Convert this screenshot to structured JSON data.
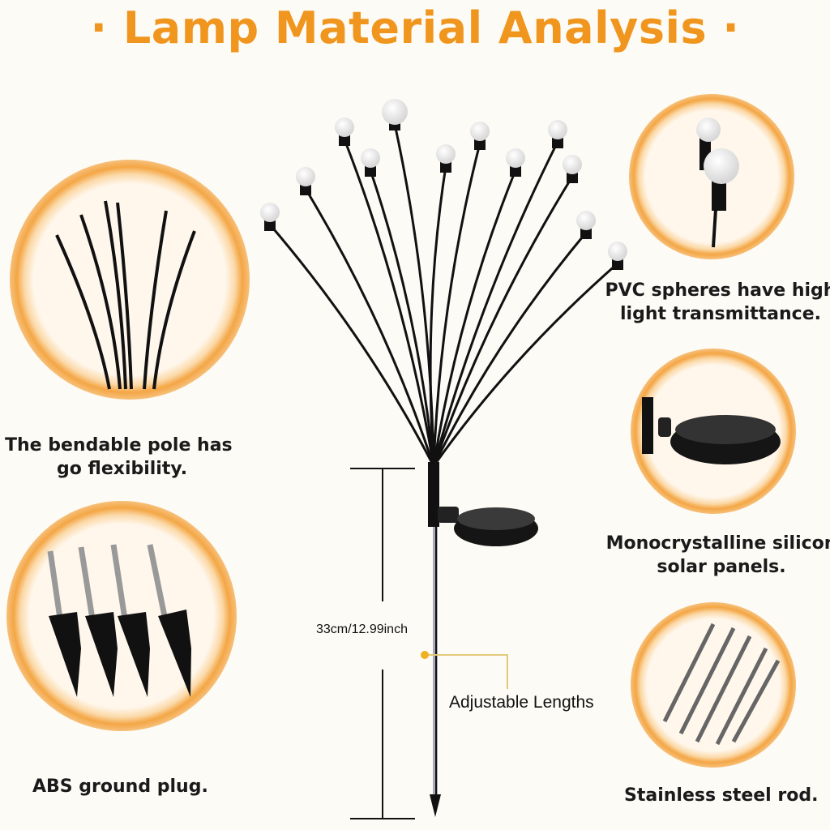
{
  "title": "· Lamp Material Analysis ·",
  "colors": {
    "accent": "#f0961e",
    "ring": "#f6b25a",
    "background": "#fdfbf6"
  },
  "features": [
    {
      "line1": "The bendable pole has",
      "line2": "go flexibility."
    },
    {
      "line1": "ABS ground plug.",
      "line2": ""
    },
    {
      "line1": "PVC spheres have high",
      "line2": "light transmittance."
    },
    {
      "line1": "Monocrystalline silicon",
      "line2": "solar panels."
    },
    {
      "line1": "Stainless steel rod.",
      "line2": ""
    }
  ],
  "dimension": "33cm/12.99inch",
  "callout": "Adjustable Lengths"
}
